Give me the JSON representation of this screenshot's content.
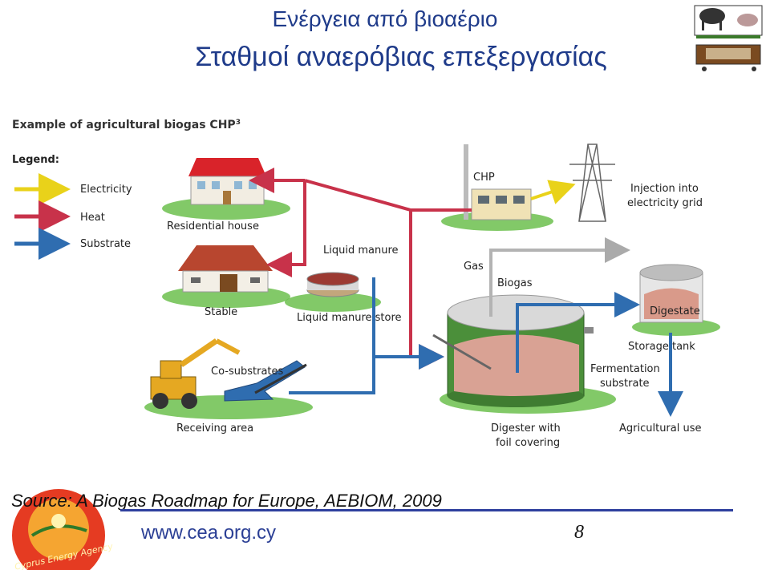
{
  "slide": {
    "title_line1": "Ενέργεια από βιοαέριο",
    "title_line2": "Σταθμοί αναερόβιας επεξεργασίας",
    "source": "Source: A Biogas Roadmap for Europe, AEBIOM, 2009",
    "url": "www.cea.org.cy",
    "page_number": "8",
    "agency_logo_text": "Cyprus Energy Agency"
  },
  "diagram": {
    "title": "Example of agricultural biogas CHP",
    "title_sup": "3",
    "legend_title": "Legend:",
    "legend": [
      {
        "label": "Electricity",
        "color": "#e9d21a"
      },
      {
        "label": "Heat",
        "color": "#c8324a"
      },
      {
        "label": "Substrate",
        "color": "#2f6db0"
      }
    ],
    "labels": {
      "residential_house": "Residential house",
      "stable": "Stable",
      "liquid_manure": "Liquid manure",
      "liquid_manure_store": "Liquid manure store",
      "co_substrates": "Co-substrates",
      "receiving_area": "Receiving area",
      "chp": "CHP",
      "injection": "Injection into electricity grid",
      "gas": "Gas",
      "biogas": "Biogas",
      "digestate": "Digestate",
      "storage_tank": "Storage tank",
      "fermentation_substrate": "Fermentation substrate",
      "digester": "Digester with foil covering",
      "agricultural_use": "Agricultural use"
    }
  }
}
